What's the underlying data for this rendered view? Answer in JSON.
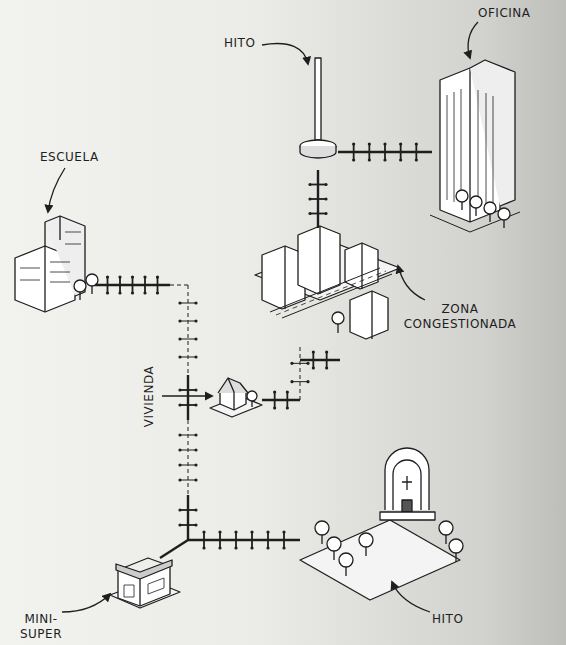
{
  "diagram": {
    "labels": [
      "HITO",
      "OFICINA",
      "ESCUELA",
      "ZONA CONGESTIONADA",
      "VIVIENDA",
      "MINI-SUPER",
      "HITO"
    ]
  }
}
